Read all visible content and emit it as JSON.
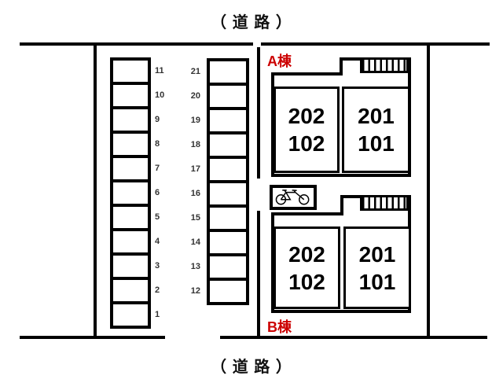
{
  "roads": {
    "top": "（ 道 路 ）",
    "bottom": "（ 道 路 ）"
  },
  "parking": {
    "left_column": [
      "11",
      "10",
      "9",
      "8",
      "7",
      "6",
      "5",
      "4",
      "3",
      "2",
      "1"
    ],
    "right_column": [
      "21",
      "20",
      "19",
      "18",
      "17",
      "16",
      "15",
      "14",
      "13",
      "12"
    ]
  },
  "buildings": {
    "a": {
      "label": "A棟",
      "rooms": [
        {
          "upper": "202",
          "lower": "102"
        },
        {
          "upper": "201",
          "lower": "101"
        }
      ]
    },
    "b": {
      "label": "B棟",
      "rooms": [
        {
          "upper": "202",
          "lower": "102"
        },
        {
          "upper": "201",
          "lower": "101"
        }
      ]
    }
  },
  "icons": {
    "bicycle": "bicycle-parking",
    "stairs": "exterior-staircase-hatch"
  },
  "colors": {
    "line": "#000000",
    "label_red": "#cc0000",
    "number_text": "#333333"
  }
}
